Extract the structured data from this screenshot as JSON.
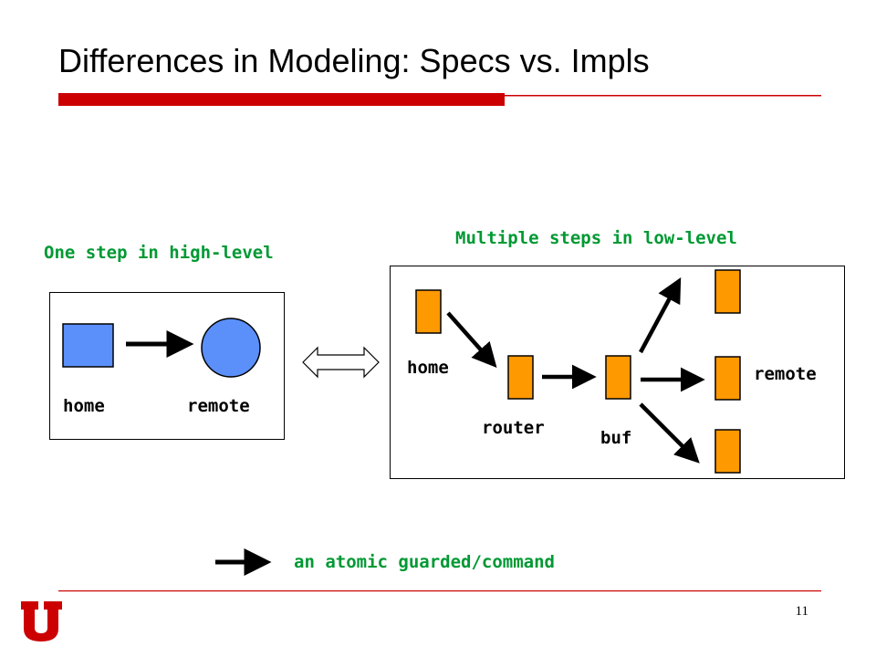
{
  "slide": {
    "title": "Differences in Modeling: Specs vs. Impls",
    "page_number": "11"
  },
  "high_level": {
    "heading": "One step in high-level",
    "home_label": "home",
    "remote_label": "remote"
  },
  "low_level": {
    "heading": "Multiple steps in low-level",
    "home_label": "home",
    "router_label": "router",
    "buf_label": "buf",
    "remote_label": "remote"
  },
  "legend": {
    "text": "an atomic guarded/command"
  },
  "colors": {
    "accent_red": "#cc0000",
    "heading_green": "#009933",
    "home_blue": "#5b8ff9",
    "node_orange": "#ff9900"
  },
  "icons": [
    "double-arrow-icon",
    "university-u-logo"
  ]
}
